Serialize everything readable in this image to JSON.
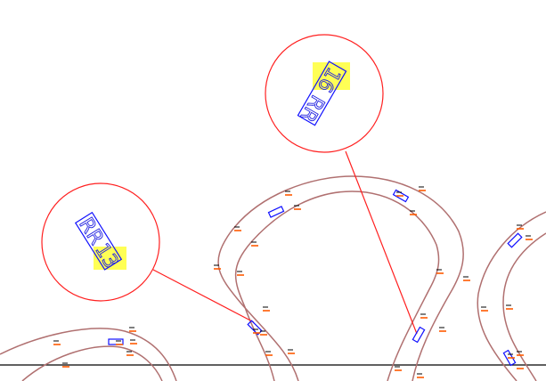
{
  "callouts": [
    {
      "id": "13",
      "prefix": "RR",
      "number": "13",
      "highlight": "#ffff55"
    },
    {
      "id": "16",
      "prefix": "RR",
      "number": "16",
      "highlight": "#ffff55"
    }
  ],
  "colors": {
    "track": "#b07070",
    "callout": "#ff2020",
    "car": "#1010ff",
    "label": "#ff5a00",
    "baseline": "#000000"
  }
}
